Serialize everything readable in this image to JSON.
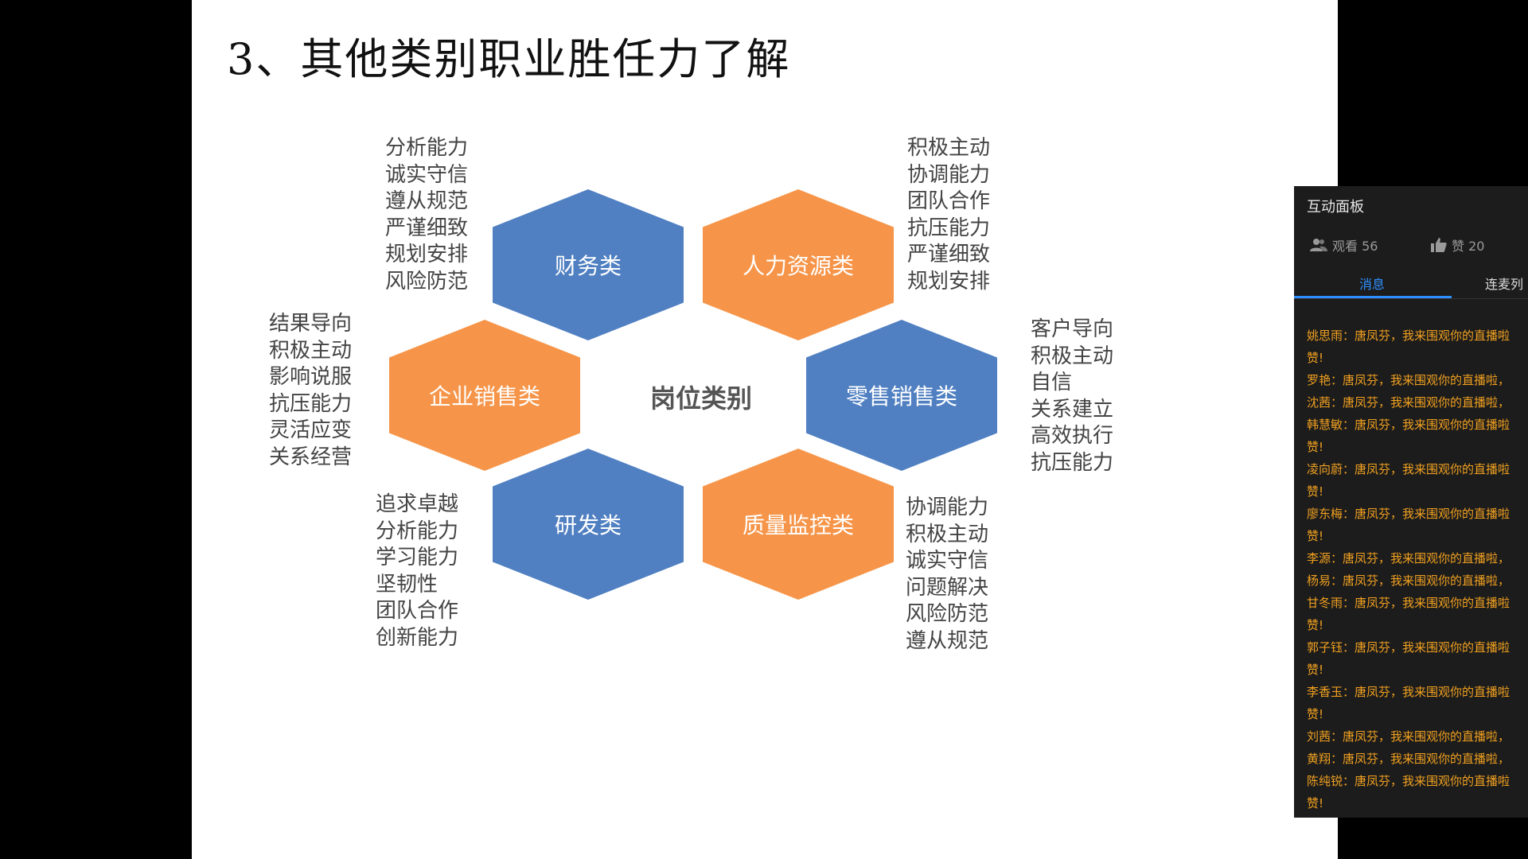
{
  "slide": {
    "title": "3、其他类别职业胜任力了解",
    "center_label": "岗位类别",
    "categories": [
      {
        "name": "财务类",
        "traits": [
          "分析能力",
          "诚实守信",
          "遵从规范",
          "严谨细致",
          "规划安排",
          "风险防范"
        ]
      },
      {
        "name": "人力资源类",
        "traits": [
          "积极主动",
          "协调能力",
          "团队合作",
          "抗压能力",
          "严谨细致",
          "规划安排"
        ]
      },
      {
        "name": "企业销售类",
        "traits": [
          "结果导向",
          "积极主动",
          "影响说服",
          "抗压能力",
          "灵活应变",
          "关系经营"
        ]
      },
      {
        "name": "零售销售类",
        "traits": [
          "客户导向",
          "积极主动",
          "自信",
          "关系建立",
          "高效执行",
          "抗压能力"
        ]
      },
      {
        "name": "研发类",
        "traits": [
          "追求卓越",
          "分析能力",
          "学习能力",
          "坚韧性",
          "团队合作",
          "创新能力"
        ]
      },
      {
        "name": "质量监控类",
        "traits": [
          "协调能力",
          "积极主动",
          "诚实守信",
          "问题解决",
          "风险防范",
          "遵从规范"
        ]
      }
    ]
  },
  "colors": {
    "blue": "#5080c2",
    "orange": "#f69549",
    "panel_bg": "#1c1c1c",
    "accent": "#2e8fff",
    "message": "#f0a020"
  },
  "panel": {
    "title": "互动面板",
    "viewers": "观看 56",
    "likes": "赞 20",
    "viewers_icon": "users-icon",
    "likes_icon": "thumbs-up-icon",
    "tabs": [
      "消息",
      "连麦列"
    ],
    "messages": [
      "姚思雨：唐凤芬，我来围观你的直播啦",
      "赞!",
      "罗艳：唐凤芬，我来围观你的直播啦，",
      "沈茜：唐凤芬，我来围观你的直播啦，",
      "韩慧敏：唐凤芬，我来围观你的直播啦",
      "赞!",
      "凌向蔚：唐凤芬，我来围观你的直播啦",
      "赞!",
      "廖东梅：唐凤芬，我来围观你的直播啦",
      "赞!",
      "李源：唐凤芬，我来围观你的直播啦，",
      "杨易：唐凤芬，我来围观你的直播啦，",
      "甘冬雨：唐凤芬，我来围观你的直播啦",
      "赞!",
      "郭子钰：唐凤芬，我来围观你的直播啦",
      "赞!",
      "李香玉：唐凤芬，我来围观你的直播啦",
      "赞!",
      "刘茜：唐凤芬，我来围观你的直播啦，",
      "黄翔：唐凤芬，我来围观你的直播啦，",
      "陈纯锐：唐凤芬，我来围观你的直播啦",
      "赞!"
    ]
  }
}
